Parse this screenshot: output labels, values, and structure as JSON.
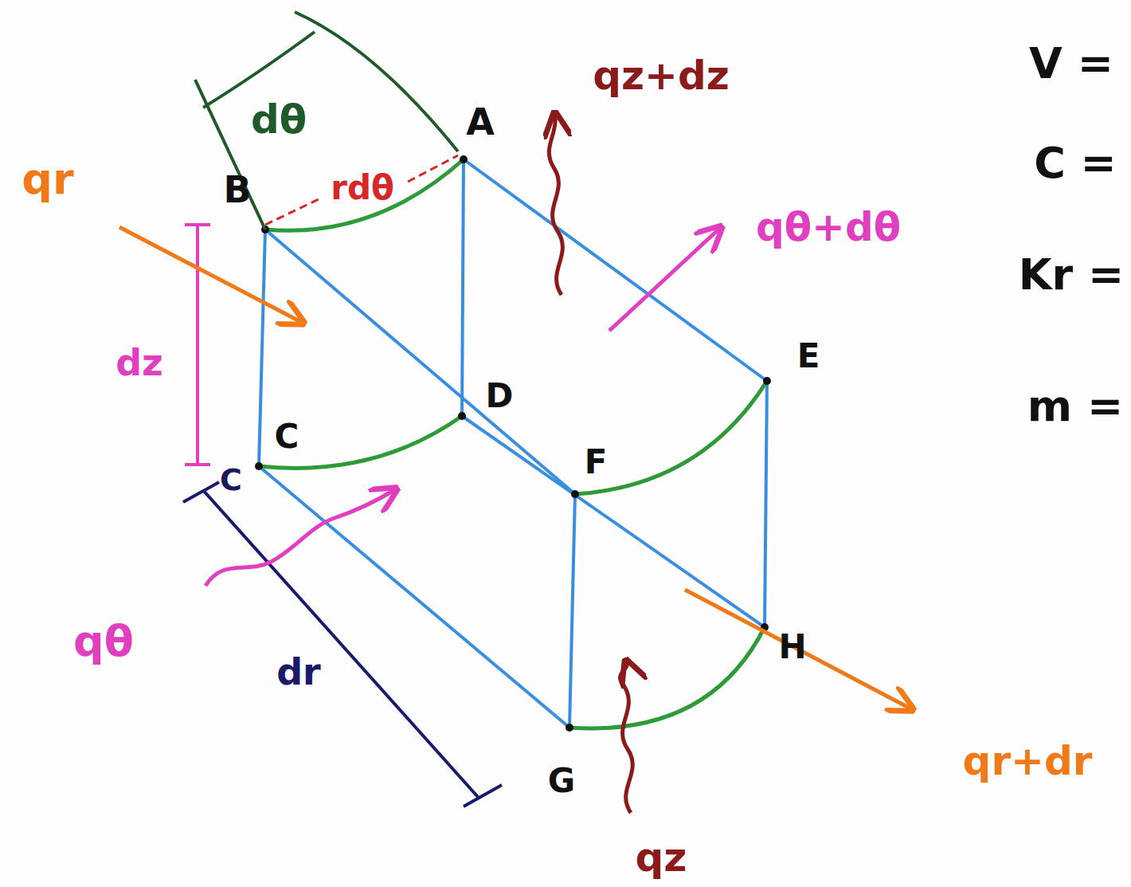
{
  "diagram": {
    "labels": [
      "dθ",
      "A",
      "B",
      "rdθ",
      "qz+dz",
      "qθ+dθ",
      "qr",
      "dz",
      "C",
      "D",
      "E",
      "F",
      "C",
      "qθ",
      "dr",
      "H",
      "G",
      "qz",
      "qr+dr",
      "V =",
      "C =",
      "Kr =",
      "m ="
    ]
  }
}
